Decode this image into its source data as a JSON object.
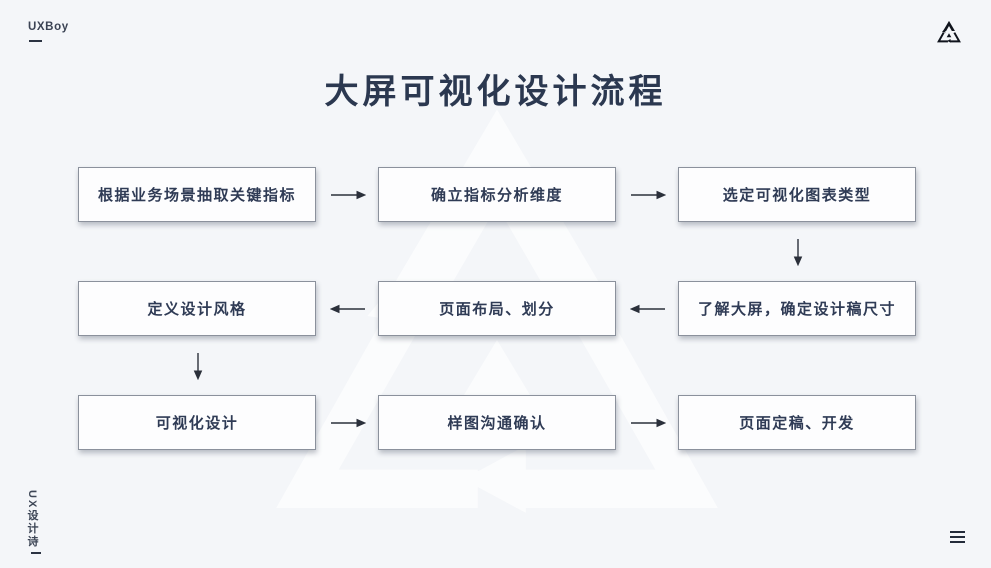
{
  "brand": {
    "name": "UXBoy",
    "logo": "triangle-recycle-logo"
  },
  "title": "大屏可视化设计流程",
  "flow": {
    "rows": [
      {
        "flow_direction": "right",
        "cells": [
          "根据业务场景抽取关键指标",
          "确立指标分析维度",
          "选定可视化图表类型"
        ]
      },
      {
        "flow_direction": "left",
        "cells": [
          "定义设计风格",
          "页面布局、划分",
          "了解大屏，确定设计稿尺寸"
        ]
      },
      {
        "flow_direction": "right",
        "cells": [
          "可视化设计",
          "样图沟通确认",
          "页面定稿、开发"
        ]
      }
    ],
    "connectors": [
      "right",
      "right",
      "down",
      "left",
      "left",
      "down",
      "right",
      "right"
    ]
  },
  "footer": {
    "vertical_text": "UX设计诗",
    "menu_icon": "hamburger-menu"
  },
  "colors": {
    "background": "#f4f6f9",
    "ink": "#2b3850",
    "box_background": "#fdfdfe",
    "box_border": "#8b919c",
    "arrow": "#2b303b",
    "watermark": "#ffffff"
  }
}
